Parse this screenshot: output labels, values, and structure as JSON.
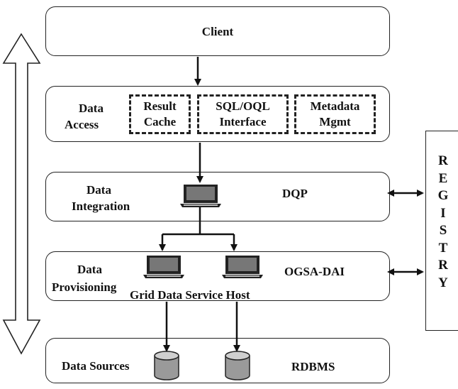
{
  "layers": {
    "client": {
      "label": "Client"
    },
    "data_access": {
      "label_line1": "Data",
      "label_line2": "Access",
      "components": [
        {
          "line1": "Result",
          "line2": "Cache"
        },
        {
          "line1": "SQL/OQL",
          "line2": "Interface"
        },
        {
          "line1": "Metadata",
          "line2": "Mgmt"
        }
      ]
    },
    "data_integration": {
      "label_line1": "Data",
      "label_line2": "Integration",
      "service": "DQP"
    },
    "data_provisioning": {
      "label_line1": "Data",
      "label_line2": "Provisioning",
      "service": "OGSA-DAI",
      "host_caption": "Grid Data Service Host"
    },
    "data_sources": {
      "label": "Data Sources",
      "service": "RDBMS"
    }
  },
  "registry": {
    "label": "REGISTRY"
  }
}
